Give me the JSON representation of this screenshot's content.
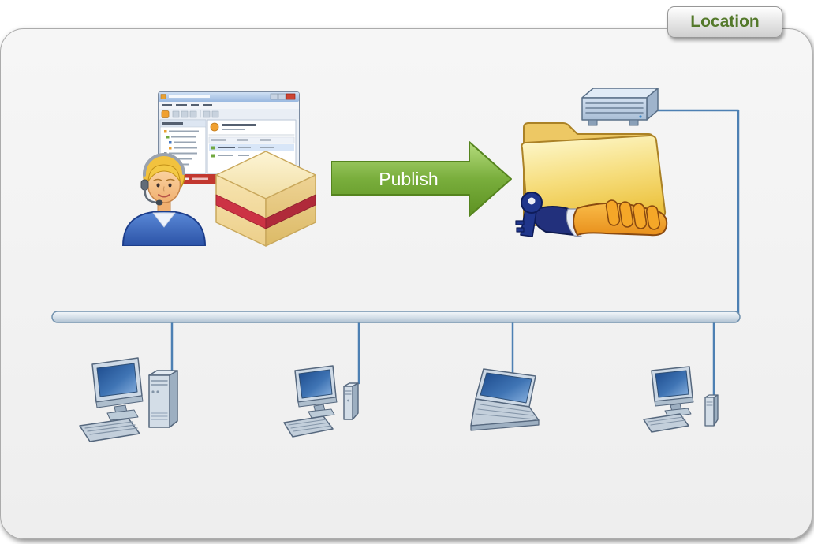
{
  "location_tab": {
    "label": "Location"
  },
  "arrow": {
    "label": "Publish"
  },
  "colors": {
    "location_text": "#54792b",
    "line_blue": "#4d80b3",
    "arrow_green": "#76ab38",
    "arrow_border": "#55841e",
    "panel_bg": "#f2f2f2",
    "folder_yellow": "#f3d96e",
    "hand_orange": "#f5a728",
    "key_blue": "#20368c",
    "package_red": "#cc3344",
    "screen_blue": "#2e5da0"
  },
  "icons": {
    "admin_console": "management-console-window",
    "admin_user": "support-admin-icon",
    "package": "software-package-icon",
    "publish_arrow": "publish-arrow",
    "shared_folder": "shared-folder-icon",
    "file_server": "server-icon",
    "access_key": "key-icon",
    "hand": "hand-icon",
    "network_bus": "network-backbone",
    "client1": "desktop-pc-icon",
    "client2": "desktop-pc-icon",
    "client3": "laptop-icon",
    "client4": "thin-client-pc-icon"
  }
}
